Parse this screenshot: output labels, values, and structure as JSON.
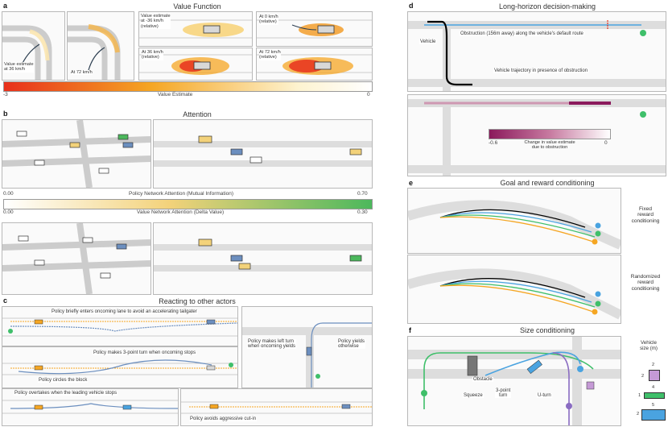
{
  "a": {
    "label": "a",
    "title": "Value Function",
    "annotations": {
      "value_estimate_36": "Value estimate\nat 36 km/h",
      "at_72_left": "At 72 km/h",
      "minus36": "Value estimate\nat -36 km/h\n(relative)",
      "zero": "At 0 km/h\n(relative)",
      "plus36": "At 36 km/h\n(relative)",
      "plus72": "At 72 km/h\n(relative)"
    },
    "colorbar": {
      "min": "-3",
      "max": "0",
      "label": "Value Estimate",
      "colors": [
        "#e8301c",
        "#f5a623",
        "#fdf3d0",
        "#ffffff"
      ]
    }
  },
  "b": {
    "label": "b",
    "title": "Attention",
    "colorbar": {
      "top_min": "0.00",
      "top_max": "0.70",
      "top_label": "Policy Network Attention (Mutual Information)",
      "bottom_min": "0.00",
      "bottom_max": "0.30",
      "bottom_label": "Value Network Attention (Delta Value)",
      "colors": [
        "#ffffff",
        "#f3d27a",
        "#4cb85c"
      ]
    }
  },
  "c": {
    "label": "c",
    "title": "Reacting to other actors",
    "captions": {
      "c1": "Policy briefly enters oncoming lane to avoid an accelerating tailgater",
      "c2": "Policy makes 3-point turn when oncoming stops",
      "c3": "Policy circles the block",
      "c4": "Policy makes left turn\nwhen oncoming yields",
      "c5": "Policy yields\notherwise",
      "c6": "Policy overtakes when the leading vehicle stops",
      "c7": "Policy avoids aggressive cut-in"
    }
  },
  "d": {
    "label": "d",
    "title": "Long-horizon decision-making",
    "annotations": {
      "vehicle": "Vehicle",
      "obstruction": "Obstruction (156m away) along the vehicle's default route",
      "trajectory": "Vehicle trajectory in presence of obstruction"
    },
    "colorbar": {
      "min": "-0.6",
      "max": "0",
      "label": "Change in value estimate\ndue to obstruction",
      "colors": [
        "#8b1a5c",
        "#c77aa0",
        "#ffffff"
      ]
    }
  },
  "e": {
    "label": "e",
    "title": "Goal and reward conditioning",
    "fixed": "Fixed\nreward\nconditioning",
    "randomized": "Randomized\nreward\nconditioning"
  },
  "f": {
    "label": "f",
    "title": "Size conditioning",
    "obstacle": "Obstacle",
    "squeeze": "Squeeze",
    "three_point": "3-point\nturn",
    "uturn": "U-turn",
    "legend_title": "Vehicle\nsize (m)",
    "legend": [
      {
        "top": "2",
        "side": "2",
        "color": "#c59ad6"
      },
      {
        "top": "4",
        "side": "1",
        "color": "#3fbf6a"
      },
      {
        "top": "5",
        "side": "2",
        "color": "#4aa3e0"
      }
    ]
  }
}
